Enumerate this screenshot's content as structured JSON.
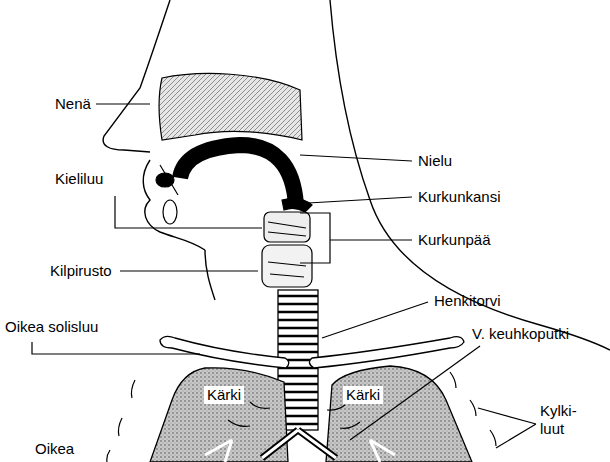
{
  "diagram": {
    "labels": [
      "Nenä",
      "Nielu",
      "Kieliluu",
      "Kurkunkansi",
      "Kurkunpää",
      "Kilpirusto",
      "Henkitorvi",
      "Oikea solisluu",
      "V. keuhkoputki",
      "Kärki",
      "Kärki",
      "Kylki- luut",
      "Oikea"
    ]
  }
}
